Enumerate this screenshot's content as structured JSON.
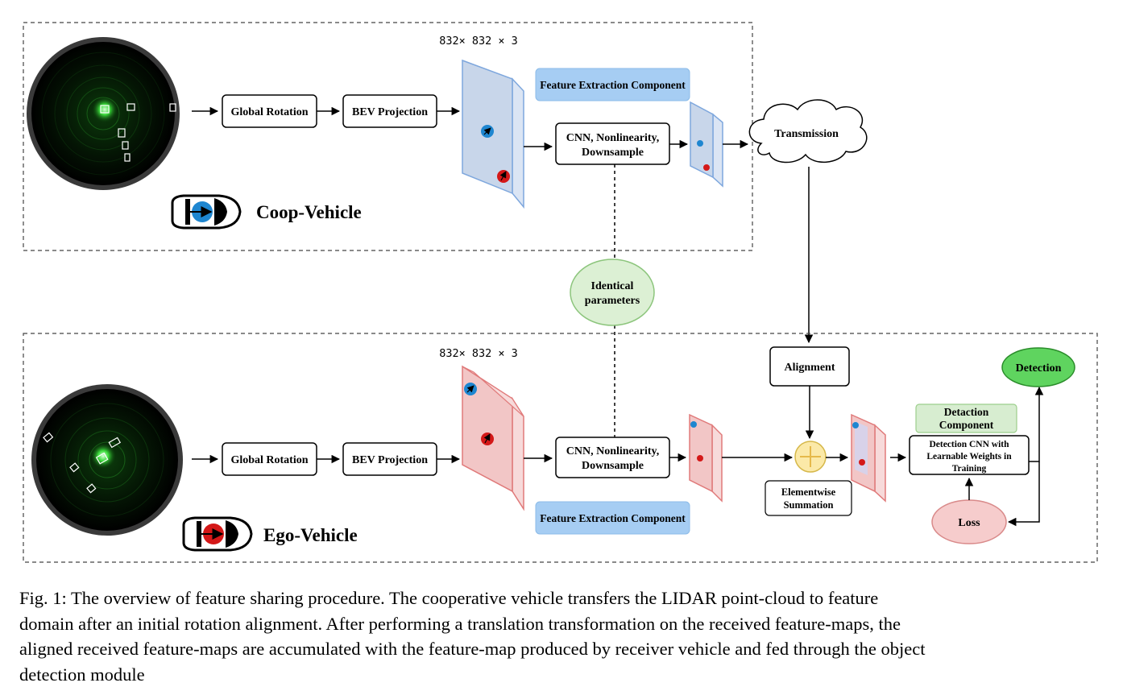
{
  "diagram": {
    "dims_label": "832× 832 × 3",
    "coop": {
      "vehicle_label": "Coop-Vehicle",
      "global_rotation": "Global Rotation",
      "bev_projection": "BEV Projection",
      "feature_extraction": "Feature Extraction Component",
      "cnn_line1": "CNN, Nonlinearity,",
      "cnn_line2": "Downsample",
      "transmission": "Transmission"
    },
    "identical_line1": "Identical",
    "identical_line2": "parameters",
    "ego": {
      "vehicle_label": "Ego-Vehicle",
      "global_rotation": "Global Rotation",
      "bev_projection": "BEV Projection",
      "feature_extraction": "Feature Extraction Component",
      "cnn_line1": "CNN, Nonlinearity,",
      "cnn_line2": "Downsample",
      "alignment": "Alignment",
      "elementwise_line1": "Elementwise",
      "elementwise_line2": "Summation",
      "detection_component_line1": "Detaction",
      "detection_component_line2": "Component",
      "detection_cnn_line1": "Detection CNN with",
      "detection_cnn_line2": "Learnable Weights in",
      "detection_cnn_line3": "Training",
      "detection": "Detection",
      "loss": "Loss"
    },
    "colors": {
      "coop_map_fill": "#c8d6ea",
      "ego_map_fill": "#f2c6c6",
      "feature_component_fill": "#a6cdf3",
      "identical_fill": "#dcf0d4",
      "detection_fill": "#5fd45f",
      "loss_fill": "#f6cccc",
      "elementwise_fill": "#fbe9a8",
      "detection_component_fill": "#d7edd0"
    }
  },
  "caption": {
    "lines": [
      "Fig. 1: The overview of feature sharing procedure. The cooperative vehicle transfers the LIDAR point-cloud to feature",
      "domain after an initial rotation alignment. After performing a translation transformation on the received feature-maps, the",
      "aligned received feature-maps are accumulated with the feature-map produced by receiver vehicle and fed through the object",
      "detection module"
    ]
  }
}
